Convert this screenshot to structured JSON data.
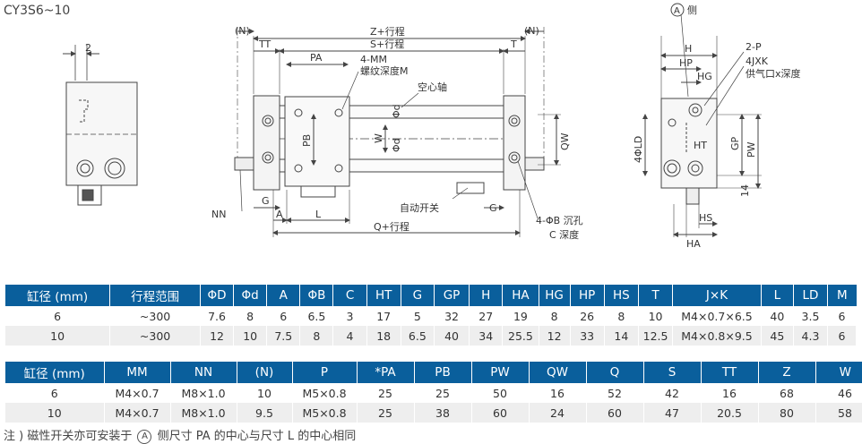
{
  "model_title": "CY3S6~10",
  "drawing": {
    "left_dim": "2",
    "top_labels": {
      "n_left": "(N)",
      "n_right": "(N)",
      "z": "Z+行程",
      "s": "S+行程",
      "tt": "TT",
      "t": "T",
      "pa": "PA"
    },
    "callouts": {
      "mm": "4-MM",
      "mm_depth": "螺纹深度M",
      "shaft": "空心轴",
      "switch": "自动开关",
      "bore": "4-ΦB 沉孔",
      "bore_depth": "C 深度",
      "nn": "NN"
    },
    "vertical_labels": {
      "phid": "Φd",
      "w": "W",
      "pb": "PB",
      "qw": "QW"
    },
    "bottom_labels": {
      "g_left": "G",
      "g_right": "G",
      "a": "A",
      "l": "L",
      "q": "Q+行程"
    },
    "side_labels": {
      "a_side": "A",
      "a_side_suffix": "侧",
      "h": "H",
      "hp": "HP",
      "hg": "HG",
      "p2": "2-P",
      "jxk": "4JXK",
      "supply": "供气口x深度",
      "ld": "4ΦLD",
      "ht": "HT",
      "gp": "GP",
      "pw": "PW",
      "d14": "14",
      "hs": "HS",
      "ha": "HA"
    }
  },
  "table1": {
    "headers": [
      "缸径 (mm)",
      "行程范围",
      "ΦD",
      "Φd",
      "A",
      "ΦB",
      "C",
      "HT",
      "G",
      "GP",
      "H",
      "HA",
      "HG",
      "HP",
      "HS",
      "T",
      "J×K",
      "L",
      "LD",
      "M"
    ],
    "rows": [
      [
        "6",
        "~300",
        "7.6",
        "8",
        "6",
        "6.5",
        "3",
        "17",
        "5",
        "32",
        "27",
        "19",
        "8",
        "26",
        "8",
        "10",
        "M4×0.7×6.5",
        "40",
        "3.5",
        "6"
      ],
      [
        "10",
        "~300",
        "12",
        "10",
        "7.5",
        "8",
        "4",
        "18",
        "6.5",
        "40",
        "34",
        "25.5",
        "12",
        "33",
        "14",
        "12.5",
        "M4×0.8×9.5",
        "45",
        "4.3",
        "6"
      ]
    ]
  },
  "table2": {
    "headers": [
      "缸径 (mm)",
      "MM",
      "NN",
      "(N)",
      "P",
      "*PA",
      "PB",
      "PW",
      "QW",
      "Q",
      "S",
      "TT",
      "Z",
      "W"
    ],
    "rows": [
      [
        "6",
        "M4×0.7",
        "M8×1.0",
        "10",
        "M5×0.8",
        "25",
        "25",
        "50",
        "16",
        "52",
        "42",
        "16",
        "68",
        "46"
      ],
      [
        "10",
        "M4×0.7",
        "M8×1.0",
        "9.5",
        "M5×0.8",
        "25",
        "38",
        "60",
        "24",
        "60",
        "47",
        "20.5",
        "80",
        "58"
      ]
    ]
  },
  "note": {
    "prefix": "注 ) 磁性开关亦可安装于",
    "marker": "A",
    "suffix": "侧尺寸 PA 的中心与尺寸 L 的中心相同"
  }
}
